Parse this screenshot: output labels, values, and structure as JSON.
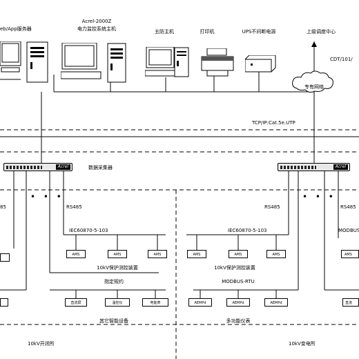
{
  "devices": {
    "web_server": "eb/App服务器",
    "host_title": "Acrel-2000Z",
    "host_subtitle": "电力监控系统主机",
    "fire_host": "五防主机",
    "printer": "打印机",
    "ups": "UPS不间断电源",
    "upper_center": "上级调度中心",
    "cdt": "CDT/101/",
    "private_network": "专有网络"
  },
  "network": {
    "tcpip": "TCP/IP:Cat.5e.UTP",
    "collector": "数据采集器",
    "collector_brand": "Acrel"
  },
  "protocols": {
    "rs485": "RS485",
    "iec": "IEC60870-5-103",
    "modbus_cut": "MODBUS",
    "stipulated": "指定规约",
    "modbus_rtu": "MODBUS-RTU"
  },
  "devices_lower": {
    "ams": "AMS",
    "protection_left": "10kV保护测控装置",
    "protection_mid": "10kV保护测控装置",
    "screen": "直流屏",
    "temp_ctrl": "温控仪",
    "meter": "电能表",
    "other_devices": "其它智能设备",
    "aem": "AEMPd",
    "multi_meter": "多功能仪表",
    "cut_box": "直流",
    "left_cut_box": "AMS"
  },
  "footer": {
    "switch_station": "10kV开闭所",
    "substation": "10kV变电所"
  },
  "ellipsis": "• • •"
}
